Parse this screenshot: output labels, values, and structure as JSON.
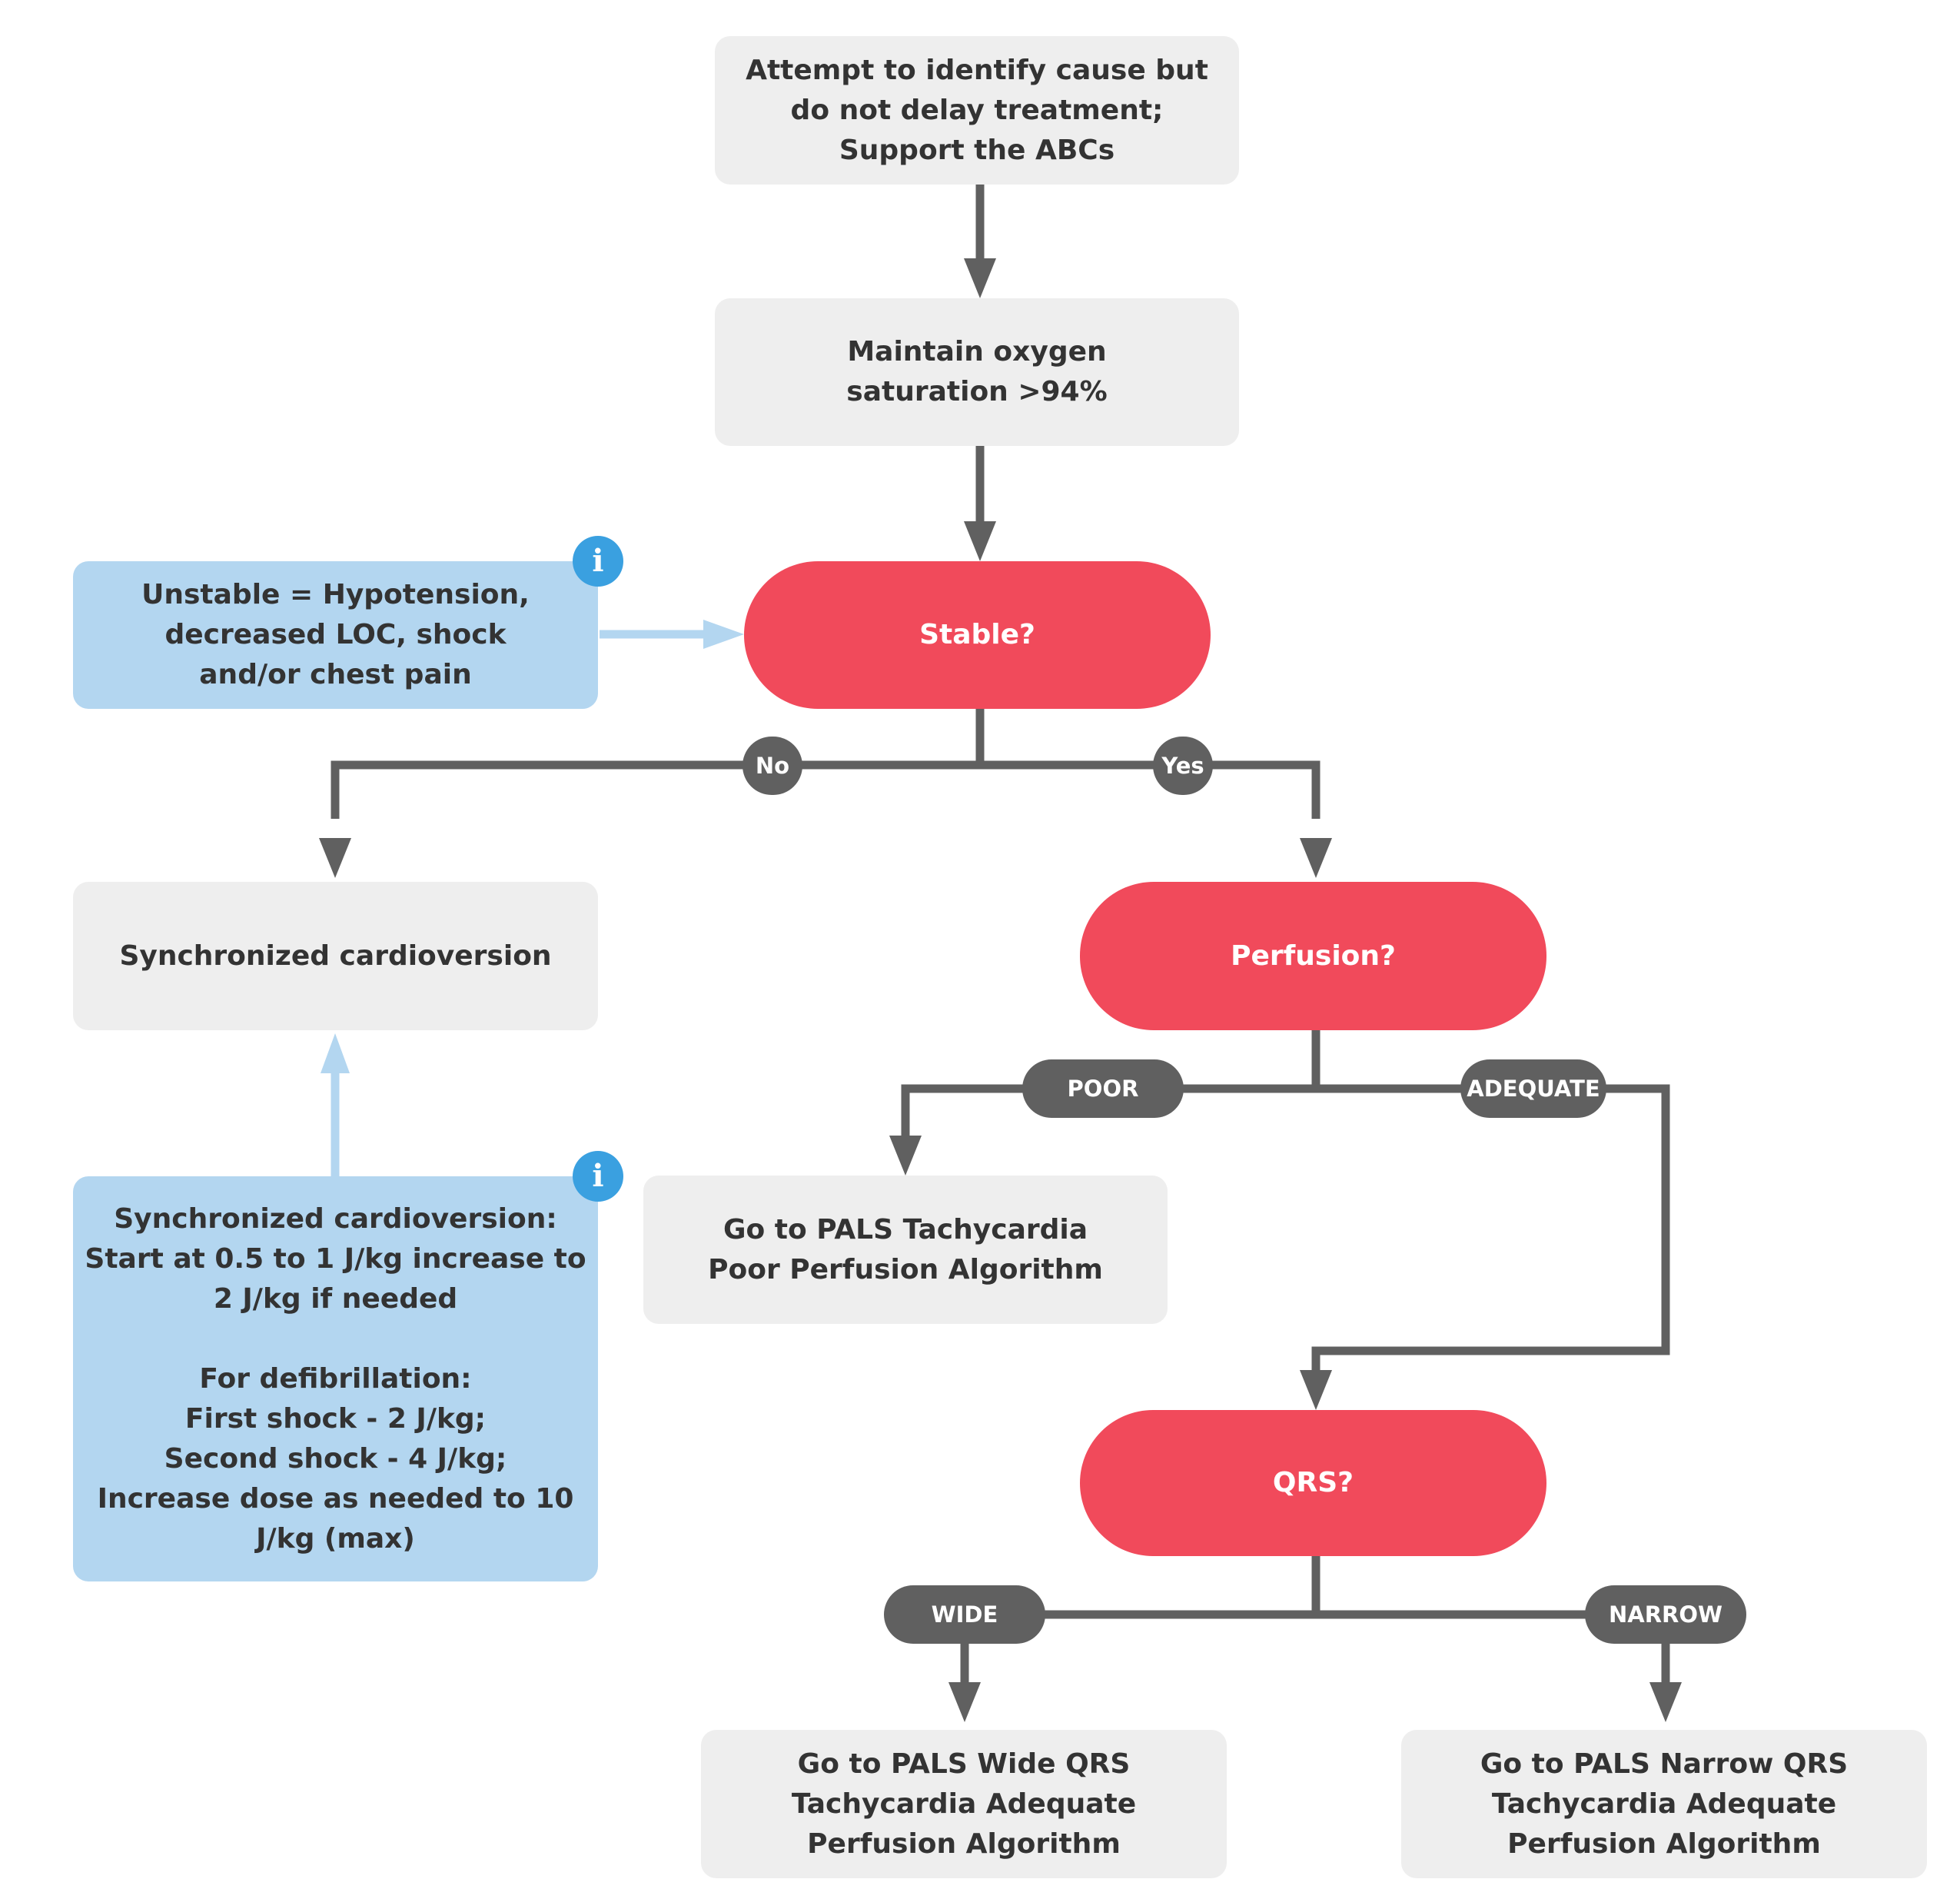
{
  "nodes": {
    "cause": "Attempt to identify cause but do not delay treatment; Support the ABCs",
    "oxygen": "Maintain oxygen saturation >94%",
    "stable": "Stable?",
    "unstable_info": "Unstable = Hypotension, decreased LOC, shock and/or chest pain",
    "cardioversion": "Synchronized cardioversion",
    "cardioversion_info": "Synchronized cardioversion:\nStart at 0.5 to 1 J/kg increase to 2 J/kg if needed\n\nFor defibrillation:\nFirst shock - 2 J/kg;\nSecond shock - 4 J/kg;\nIncrease dose as needed to 10 J/kg (max)",
    "perfusion": "Perfusion?",
    "poor_perfusion": "Go to PALS Tachycardia Poor Perfusion Algorithm",
    "qrs": "QRS?",
    "wide_qrs": "Go to PALS Wide QRS Tachycardia Adequate Perfusion Algorithm",
    "narrow_qrs": "Go to PALS Narrow QRS Tachycardia Adequate Perfusion Algorithm"
  },
  "edge_labels": {
    "no": "No",
    "yes": "Yes",
    "poor": "POOR",
    "adequate": "ADEQUATE",
    "wide": "WIDE",
    "narrow": "NARROW"
  },
  "icons": {
    "info": "i"
  },
  "colors": {
    "decision": "#f14a5b",
    "process": "#eeeeee",
    "info_box": "#b3d6f0",
    "info_icon": "#3aa0e0",
    "connector": "#606060",
    "info_connector": "#b3d6f0",
    "text": "#333333"
  }
}
